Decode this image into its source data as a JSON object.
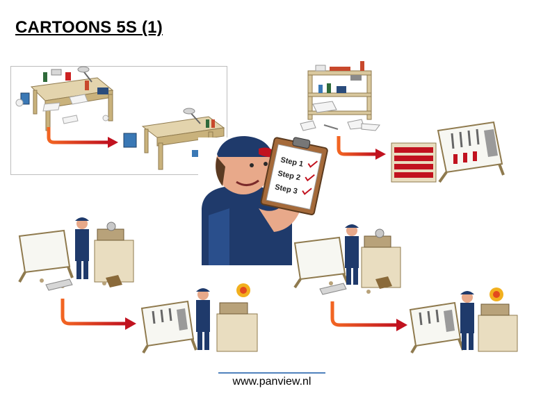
{
  "slide": {
    "title": "CARTOONS 5S (1)",
    "footer": "www.panview.nl"
  },
  "clipboard": {
    "steps": [
      "Step 1",
      "Step 2",
      "Step 3"
    ]
  },
  "colors": {
    "arrow_start": "#f26522",
    "arrow_end": "#c1121f",
    "wood": "#d9c89e",
    "wood_dark": "#8f7a4e",
    "cap": "#1f3a6b",
    "overalls": "#1f3a6b",
    "skin": "#e8a98a",
    "footer_line": "#4f81bd"
  }
}
